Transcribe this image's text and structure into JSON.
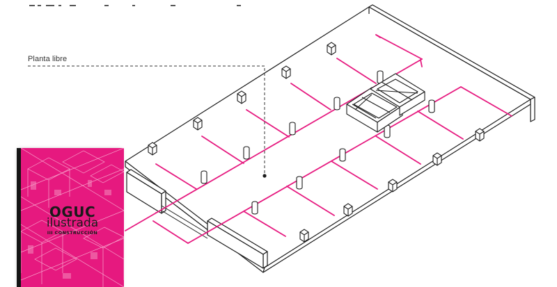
{
  "callout": {
    "label": "Planta libre"
  },
  "book": {
    "title_line1": "OGUC",
    "title_line2": "ilustrada",
    "title_line3": "III CONSTRUCCIÓN"
  },
  "colors": {
    "magenta": "#e6197f",
    "line": "#1a1a1a",
    "background": "#ffffff"
  }
}
